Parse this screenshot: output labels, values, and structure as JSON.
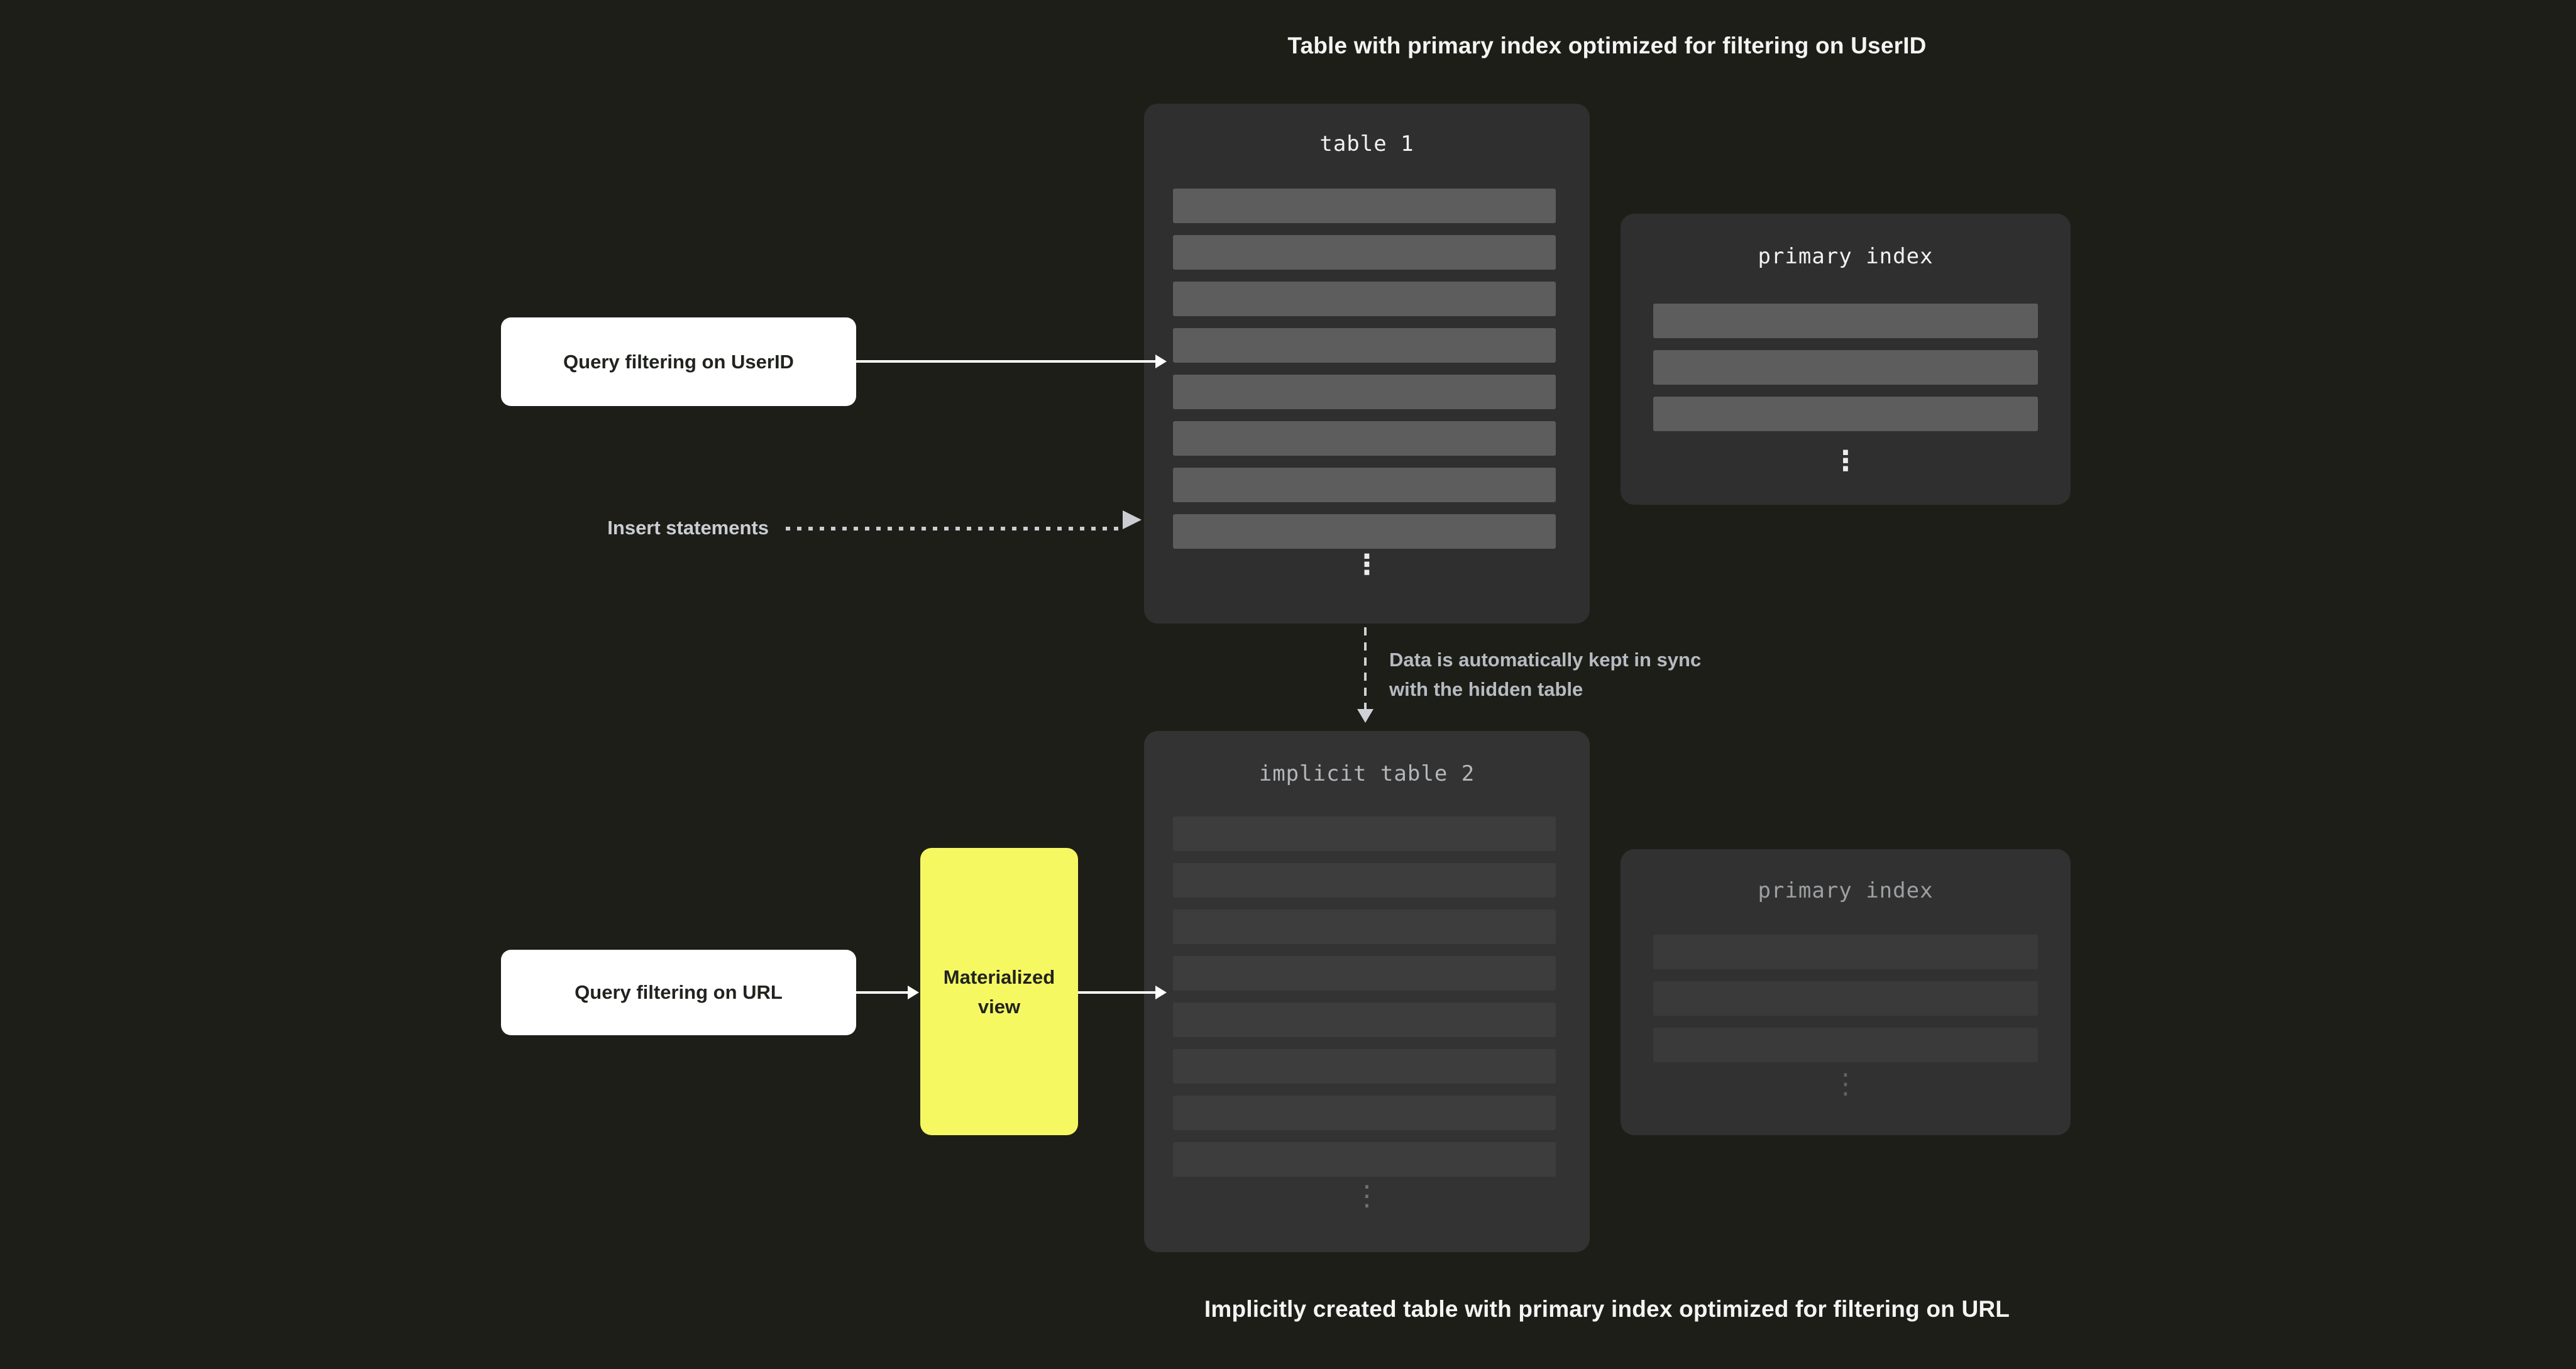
{
  "captions": {
    "top": "Table with primary index optimized for filtering on UserID",
    "bottom": "Implicitly created table with primary index optimized for filtering on URL"
  },
  "table1": {
    "title": "table 1",
    "row_count": 8
  },
  "primary_index_1": {
    "title": "primary index",
    "row_count": 3
  },
  "implicit_table_2": {
    "title": "implicit table 2",
    "row_count": 8
  },
  "primary_index_2": {
    "title": "primary index",
    "row_count": 3
  },
  "query_userid": {
    "label": "Query filtering on UserID"
  },
  "query_url": {
    "label": "Query filtering on URL"
  },
  "materialized_view": {
    "label": "Materialized view"
  },
  "insert_label": "Insert statements",
  "sync_note": {
    "line1": "Data is automatically kept in sync",
    "line2": "with the hidden table"
  },
  "glyphs": {
    "vertical_ellipsis": "⋮"
  },
  "colors": {
    "bg": "#1e1e19",
    "panel": "#2f2f2f",
    "panel2": "#333333",
    "pindex2_bg": "#313131",
    "row_bright": "#5d5d5d",
    "row_dim": "#3d3d3d",
    "row_dim2": "#3a3a3a",
    "white_card": "#ffffff",
    "card_text": "#20231e",
    "accent": "#f6f862",
    "caption": "#f4f4f2",
    "mono_bright": "#f2f2f2",
    "mono_dim": "#b4b7ba",
    "mono_dim2": "#9da0a3",
    "note": "#b7bbc1",
    "insert": "#caced2",
    "arrow": "#ffffff",
    "dash": "#cfd2d6",
    "dots_bright": "#ededed",
    "dots_dim": "#737373",
    "dots_dim2": "#636363"
  }
}
